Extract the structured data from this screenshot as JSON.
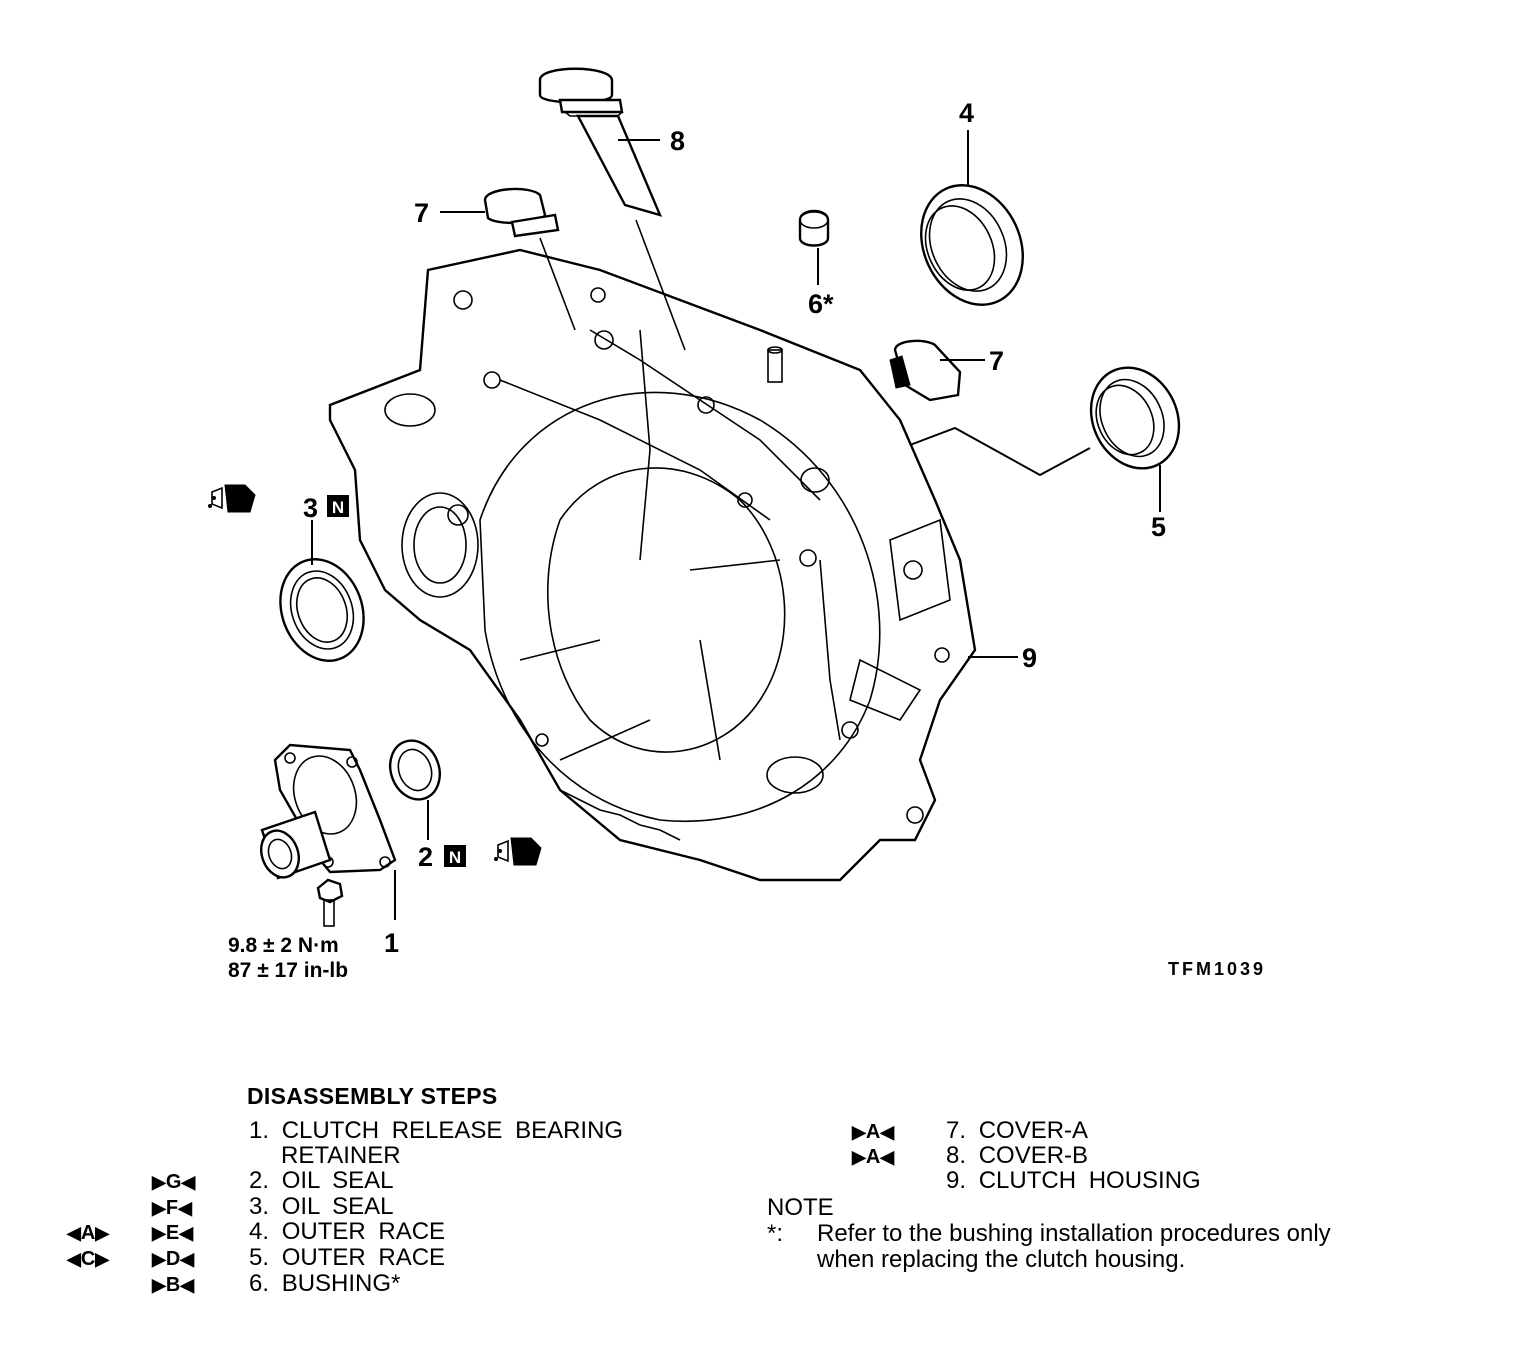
{
  "diagram": {
    "callouts": {
      "c1": "1",
      "c2": "2",
      "c3": "3",
      "c4": "4",
      "c5": "5",
      "c6": "6*",
      "c7a": "7",
      "c7b": "7",
      "c8": "8",
      "c9": "9"
    },
    "replace_badge": "N",
    "torque_metric": "9.8 ± 2 N·m",
    "torque_imperial": "87 ± 17 in-lb",
    "figure_code": "TFM1039"
  },
  "steps": {
    "title": "DISASSEMBLY STEPS",
    "left": [
      {
        "num": "1.",
        "text": "CLUTCH RELEASE BEARING",
        "mark": "",
        "outer": ""
      },
      {
        "num": "",
        "text": "RETAINER",
        "mark": "",
        "outer": ""
      },
      {
        "num": "2.",
        "text": "OIL SEAL",
        "mark": "G",
        "outer": ""
      },
      {
        "num": "3.",
        "text": "OIL SEAL",
        "mark": "F",
        "outer": ""
      },
      {
        "num": "4.",
        "text": "OUTER RACE",
        "mark": "E",
        "outer": "A"
      },
      {
        "num": "5.",
        "text": "OUTER RACE",
        "mark": "D",
        "outer": "C"
      },
      {
        "num": "6.",
        "text": "BUSHING*",
        "mark": "B",
        "outer": ""
      }
    ],
    "right": [
      {
        "num": "7.",
        "text": "COVER-A",
        "mark": "A"
      },
      {
        "num": "8.",
        "text": "COVER-B",
        "mark": "A"
      },
      {
        "num": "9.",
        "text": "CLUTCH HOUSING",
        "mark": ""
      }
    ]
  },
  "note": {
    "title": "NOTE",
    "star": "*:",
    "line1": "Refer to the bushing installation procedures only",
    "line2": "when replacing the clutch housing."
  }
}
